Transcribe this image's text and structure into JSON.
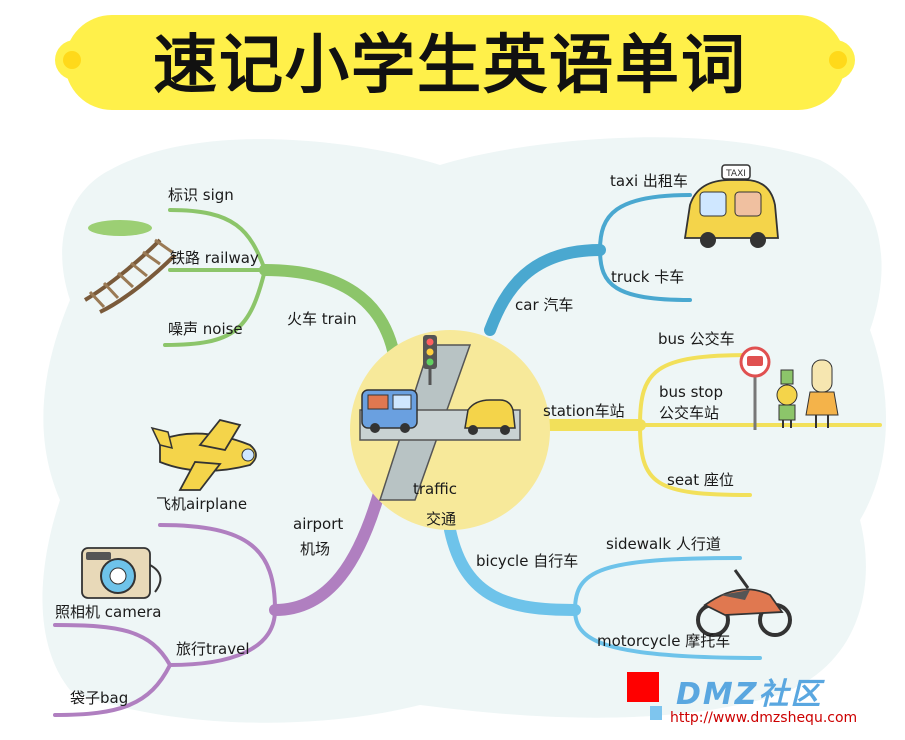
{
  "title": "速记小学生英语单词",
  "center": {
    "en": "traffic",
    "zh": "交通"
  },
  "branches": {
    "train": {
      "label": "火车 train",
      "color": "#8cc56a",
      "children": {
        "sign": "标识 sign",
        "railway": "铁路 railway",
        "noise": "噪声 noise"
      }
    },
    "car": {
      "label": "car 汽车",
      "color": "#4aa8d0",
      "children": {
        "taxi": "taxi 出租车",
        "truck": "truck 卡车"
      }
    },
    "station": {
      "label": "station车站",
      "color": "#f2e05a",
      "children": {
        "bus": "bus 公交车",
        "bus_stop_en": "bus stop",
        "bus_stop_zh": "公交车站",
        "seat": "seat 座位"
      }
    },
    "airport": {
      "label_en": "airport",
      "label_zh": "机场",
      "color": "#b07fc0",
      "children": {
        "airplane": "飞机airplane",
        "travel": "旅行travel",
        "camera": "照相机 camera",
        "bag": "袋子bag"
      }
    },
    "bicycle": {
      "label": "bicycle 自行车",
      "color": "#6ec3ea",
      "children": {
        "sidewalk": "sidewalk 人行道",
        "motorcycle": "motorcycle 摩托车"
      }
    }
  },
  "icons": {
    "taxi_sign": "TAXI"
  },
  "watermark": {
    "brand": "DMZ社区",
    "url": "http://www.dmzshequ.com"
  },
  "colors": {
    "title_band": "#fff04a",
    "blob": "#eef6f6",
    "center_circle": "#f7e99a"
  }
}
